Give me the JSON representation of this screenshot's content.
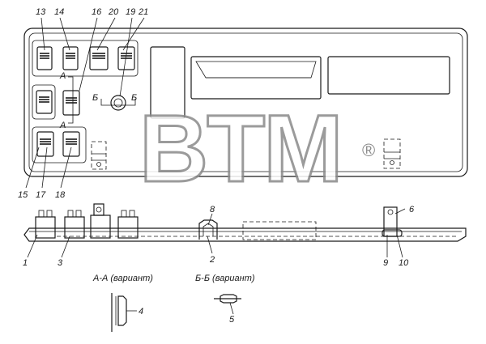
{
  "callouts": {
    "c13": "13",
    "c14": "14",
    "c16": "16",
    "c20": "20",
    "c19": "19",
    "c21": "21",
    "c15": "15",
    "c17": "17",
    "c18": "18",
    "c1": "1",
    "c3": "3",
    "c2": "2",
    "c8": "8",
    "c6": "6",
    "c9": "9",
    "c10": "10",
    "c4": "4",
    "c5": "5"
  },
  "section_marks": {
    "a_top": "А",
    "a_bottom": "А",
    "b_left": "Б",
    "b_right": "Б"
  },
  "section_titles": {
    "aa": "А-А (вариант)",
    "bb": "Б-Б (вариант)"
  },
  "watermark": {
    "text": "BTM",
    "registered": "®"
  }
}
